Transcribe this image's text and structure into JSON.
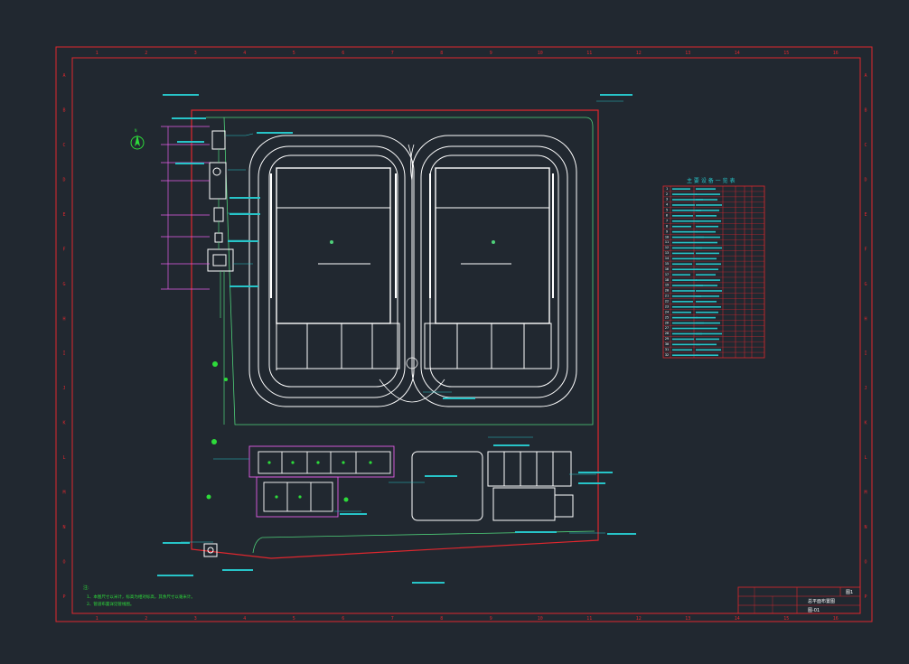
{
  "drawing": {
    "border_columns": [
      "1",
      "2",
      "3",
      "4",
      "5",
      "6",
      "7",
      "8",
      "9",
      "10",
      "11",
      "12",
      "13",
      "14",
      "15",
      "16"
    ],
    "border_rows": [
      "A",
      "B",
      "C",
      "D",
      "E",
      "F",
      "G",
      "H",
      "I",
      "J",
      "K",
      "L",
      "M",
      "N",
      "O",
      "P"
    ],
    "north_symbol": "N",
    "table_title": "主 要 设 备 一 览 表",
    "table_row_numbers": [
      "1",
      "2",
      "3",
      "4",
      "5",
      "6",
      "7",
      "8",
      "9",
      "10",
      "11",
      "12",
      "13",
      "14",
      "15",
      "16",
      "17",
      "18",
      "19",
      "20",
      "21",
      "22",
      "23",
      "24",
      "25",
      "26",
      "27",
      "28",
      "29",
      "30",
      "31",
      "32"
    ],
    "notes_title": "注:",
    "notes": [
      "1、本图尺寸以米计，标高为相对标高，其余尺寸以毫米计。",
      "2、管道布置详见管线图。"
    ],
    "title_block": {
      "sheet_title": "总平面布置图",
      "drawing_no": "图-01",
      "badge": "图1"
    },
    "colors": {
      "background": "#212830",
      "frame": "#e0272e",
      "building": "#ffffff",
      "pipe": "#4fd17a",
      "leader": "#27c4c8",
      "annotation": "#e35ce8",
      "tree": "#2ddb3a"
    }
  }
}
